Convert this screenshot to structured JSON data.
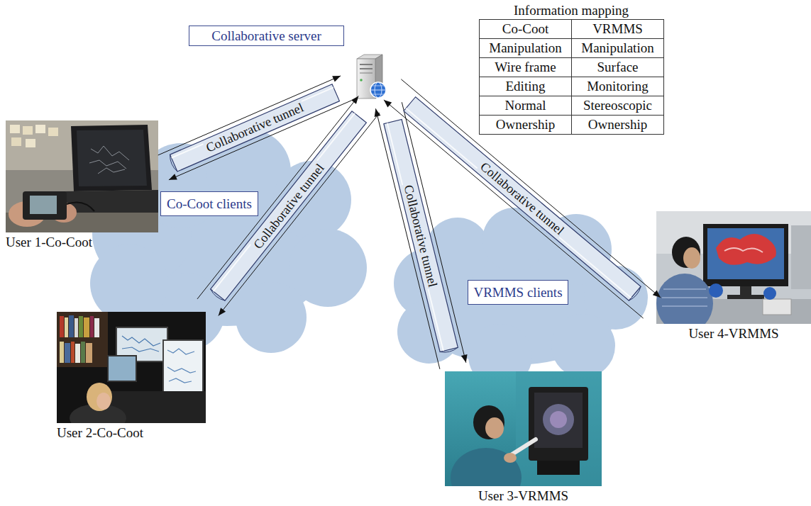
{
  "diagram": {
    "nodes": [
      {
        "text": [
          "Collaborative server"
        ]
      },
      {
        "text": [
          "User 1-Co-Coot"
        ]
      },
      {
        "text": [
          "Co-Coot clients"
        ]
      },
      {
        "text": [
          "User 4-VRMMS"
        ]
      },
      {
        "text": [
          "VRMMS clients"
        ]
      },
      {
        "text": [
          "User 2-Co-Coot"
        ]
      },
      {
        "text": [
          "User 3-VRMMS"
        ]
      }
    ],
    "edges": [
      {
        "from": 0,
        "to": 1,
        "arrow": "both",
        "label": "Collaborative tunnel"
      },
      {
        "from": 0,
        "to": 5,
        "arrow": "both",
        "label": "Collaborative tunnel"
      },
      {
        "from": 0,
        "to": 6,
        "arrow": "both",
        "label": "Collaborative tunnel"
      },
      {
        "from": 0,
        "to": 3,
        "arrow": "both",
        "label": "Collaborative tunnel"
      }
    ],
    "labels": [
      "Information mapping",
      "Co-Coot",
      "VRMMS",
      "Manipulation",
      "Manipulation",
      "Wire frame",
      "Surface",
      "Editing",
      "Monitoring",
      "Normal",
      "Stereoscopic",
      "Ownership",
      "Ownership"
    ]
  }
}
